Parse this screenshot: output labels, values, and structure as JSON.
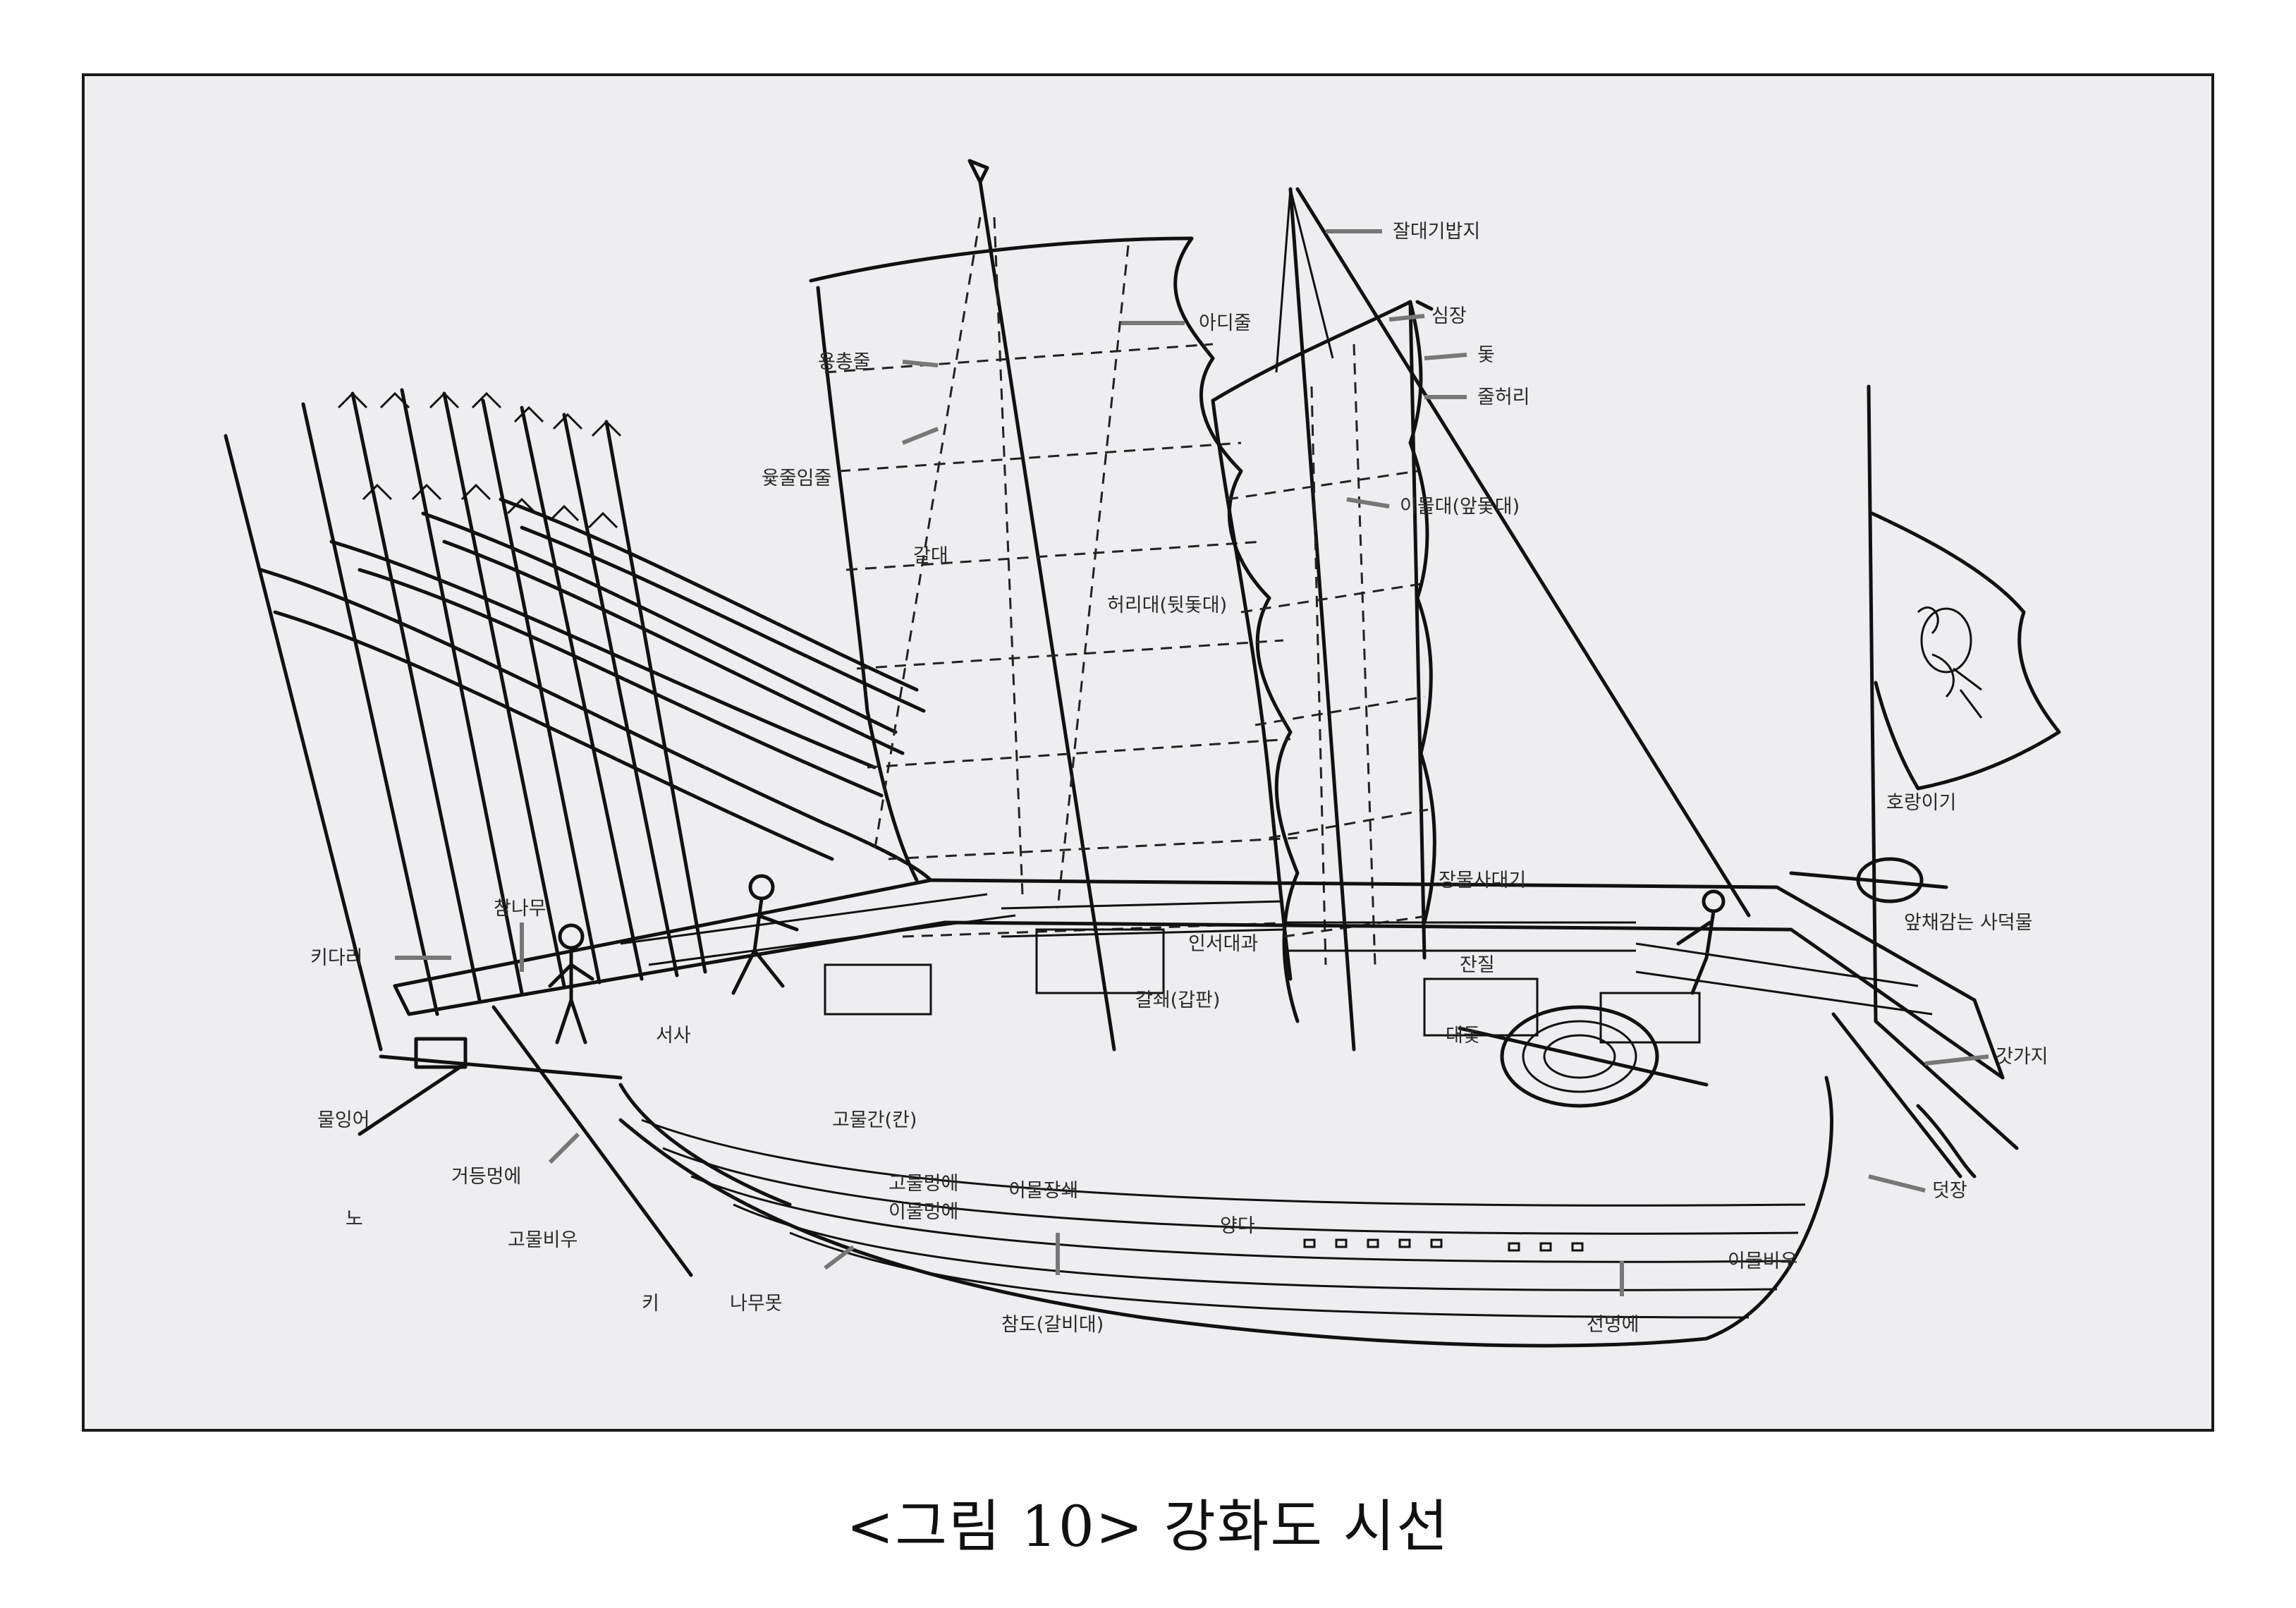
{
  "caption": "<그림 10> 강화도 시선",
  "labels": {
    "l1": "잘대기밥지",
    "l2": "아디줄",
    "l3": "용총줄",
    "l4": "심장",
    "l5": "돛",
    "l6": "줄허리",
    "l7": "윷줄임줄",
    "l8": "이물대(앞돛대)",
    "l9": "갈대",
    "l10": "허리대(뒷돛대)",
    "l11": "호랑이기",
    "l12": "장물사대기",
    "l13": "앞채감는 사덕물",
    "l14": "키다리",
    "l15": "참나무",
    "l16": "인서대과",
    "l17": "잔질",
    "l18": "갈쇄(갑판)",
    "l19": "대돛",
    "l20": "갓가지",
    "l21": "물잉어",
    "l22": "서사",
    "l23": "고물간(칸)",
    "l24": "덧장",
    "l25": "거등멍에",
    "l26": "노",
    "l27": "고물멍에",
    "l28": "이물멍에",
    "l29": "이물장쇄",
    "l30": "이물비우",
    "l31": "고물비우",
    "l32": "키",
    "l33": "나무못",
    "l34": "선멍에",
    "l35": "참도(갈비대)",
    "l36": "양다"
  }
}
